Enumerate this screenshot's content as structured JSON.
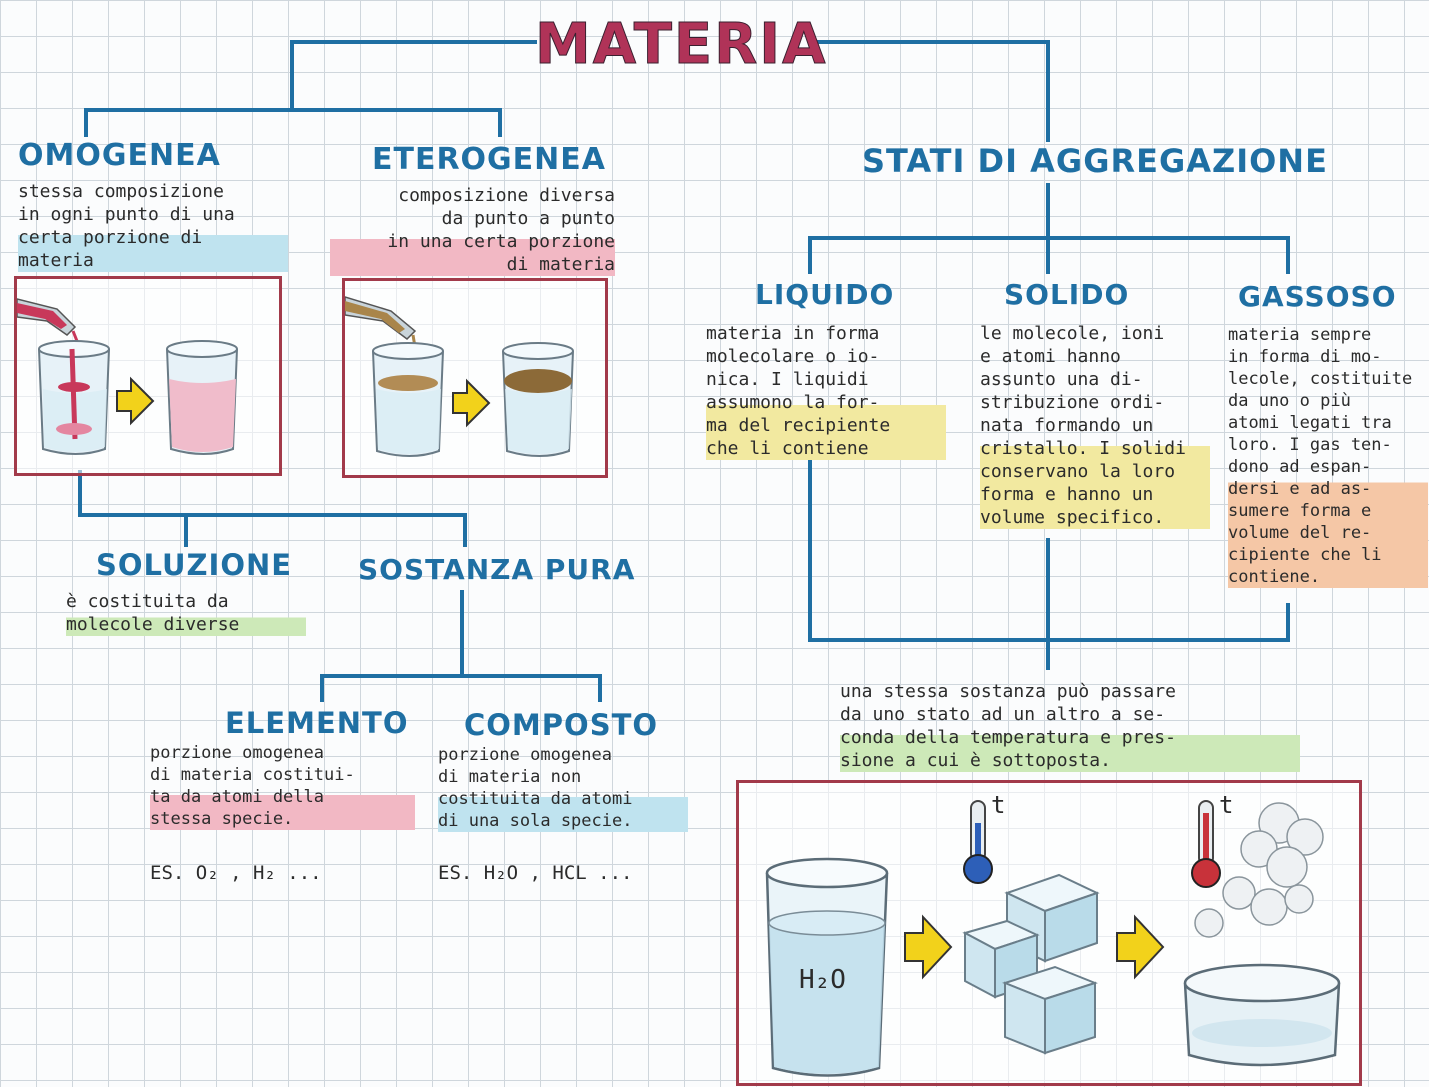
{
  "title": "MATERIA",
  "colors": {
    "line": "#1f6fa3",
    "title": "#b03358",
    "frame": "#a23a4a",
    "arrow": "#f2d21b"
  },
  "omogenea": {
    "heading": "OMOGENEA",
    "text": "stessa composizione\nin ogni punto di una\ncerta porzione di\nmateria"
  },
  "eterogenea": {
    "heading": "ETEROGENEA",
    "text": "composizione diversa\nda punto a punto\nin una certa porzione\ndi materia"
  },
  "stati": {
    "heading": "STATI DI AGGREGAZIONE"
  },
  "liquido": {
    "heading": "LIQUIDO",
    "text": "materia in forma\nmolecolare o io-\nnica. I liquidi\nassumono la for-\nma del recipiente\nche li contiene"
  },
  "solido": {
    "heading": "SOLIDO",
    "text": "le molecole, ioni\ne atomi hanno\nassunto una di-\nstribuzione ordi-\nnata formando un\ncristallo. I solidi\nconservano la loro\nforma e hanno un\nvolume specifico."
  },
  "gassoso": {
    "heading": "GASSOSO",
    "text": "materia sempre\nin forma di mo-\nlecole, costituite\nda uno o più\natomi legati tra\nloro. I gas ten-\ndono ad espan-\ndersi e ad as-\nsumere forma e\nvolume del re-\ncipiente che li\ncontiene."
  },
  "soluzione": {
    "heading": "SOLUZIONE",
    "text": "è costituita da\nmolecole diverse"
  },
  "sostanza_pura": {
    "heading": "SOSTANZA PURA"
  },
  "elemento": {
    "heading": "ELEMENTO",
    "text": "porzione omogenea\ndi materia costitui-\nta da atomi della\nstessa specie.",
    "example": "ES. O₂ , H₂ ..."
  },
  "composto": {
    "heading": "COMPOSTO",
    "text": "porzione omogenea\ndi materia non\ncostituita da atomi\ndi una sola specie.",
    "example": "ES. H₂O , HCL ..."
  },
  "passaggio": {
    "text": "una stessa sostanza può passare\nda uno stato ad un altro a se-\nconda della temperatura e pres-\nsione a cui è sottoposta."
  },
  "illustration": {
    "water_label": "H₂O",
    "thermo_label_1": "t",
    "thermo_label_2": "t"
  }
}
